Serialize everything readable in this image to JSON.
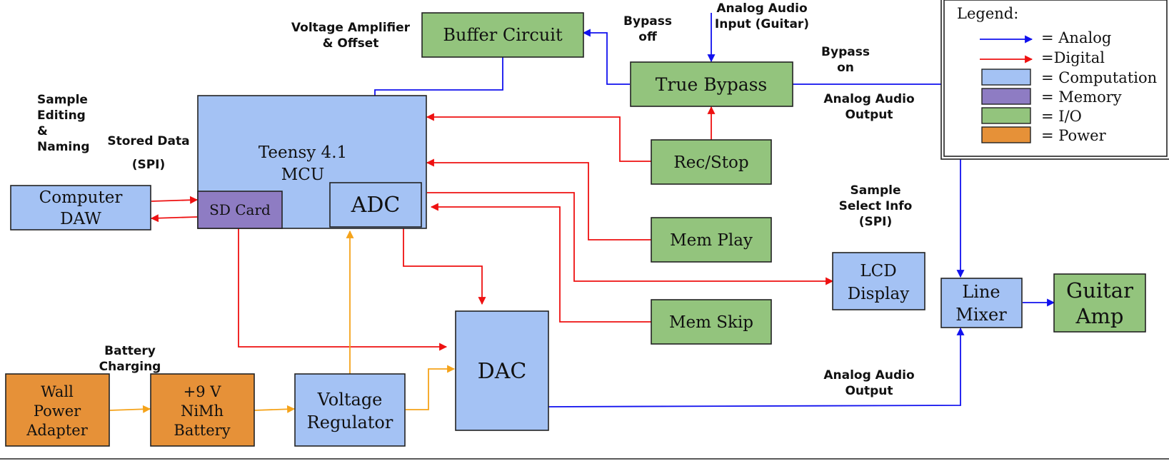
{
  "colors": {
    "analog": "#1111ee",
    "digital": "#ee1111",
    "power_arrow": "#f5a31a",
    "computation": "#a4c2f4",
    "memory": "#8e7cc3",
    "io": "#93c47d",
    "power": "#e69138",
    "border": "#222222"
  },
  "blocks": {
    "buffer": [
      "Buffer Circuit"
    ],
    "true_bypass": [
      "True Bypass"
    ],
    "teensy": [
      "Teensy 4.1",
      "MCU"
    ],
    "adc": [
      "ADC"
    ],
    "sd_card": [
      "SD Card"
    ],
    "computer_daw": [
      "Computer",
      "DAW"
    ],
    "rec_stop": [
      "Rec/Stop"
    ],
    "mem_play": [
      "Mem Play"
    ],
    "mem_skip": [
      "Mem Skip"
    ],
    "lcd": [
      "LCD",
      "Display"
    ],
    "line_mixer": [
      "Line",
      "Mixer"
    ],
    "guitar_amp": [
      "Guitar",
      "Amp"
    ],
    "dac": [
      "DAC"
    ],
    "voltage_regulator": [
      "Voltage",
      "Regulator"
    ],
    "battery": [
      "+9 V",
      "NiMh",
      "Battery"
    ],
    "wall_adapter": [
      "Wall",
      "Power",
      "Adapter"
    ]
  },
  "notes": {
    "voltage_amp": [
      "Voltage Amplifier",
      "& Offset"
    ],
    "bypass_off": [
      "Bypass",
      "off"
    ],
    "analog_input": [
      "Analog Audio",
      "Input (Guitar)"
    ],
    "bypass_on": [
      "Bypass",
      "on"
    ],
    "analog_output_top": [
      "Analog Audio",
      "Output"
    ],
    "sample_editing": [
      "Sample",
      "Editing",
      "&",
      "Naming"
    ],
    "stored_data": [
      "Stored Data",
      "(SPI)"
    ],
    "sample_select": [
      "Sample",
      "Select Info",
      "(SPI)"
    ],
    "battery_charging": [
      "Battery",
      "Charging"
    ],
    "analog_output_bottom": [
      "Analog Audio",
      "Output"
    ]
  },
  "legend": {
    "title": "Legend:",
    "items": [
      {
        "kind": "analog",
        "label": "= Analog"
      },
      {
        "kind": "digital",
        "label": "=Digital"
      },
      {
        "kind": "computation",
        "label": "= Computation"
      },
      {
        "kind": "memory",
        "label": "= Memory"
      },
      {
        "kind": "io",
        "label": "= I/O"
      },
      {
        "kind": "power",
        "label": "= Power"
      }
    ]
  }
}
